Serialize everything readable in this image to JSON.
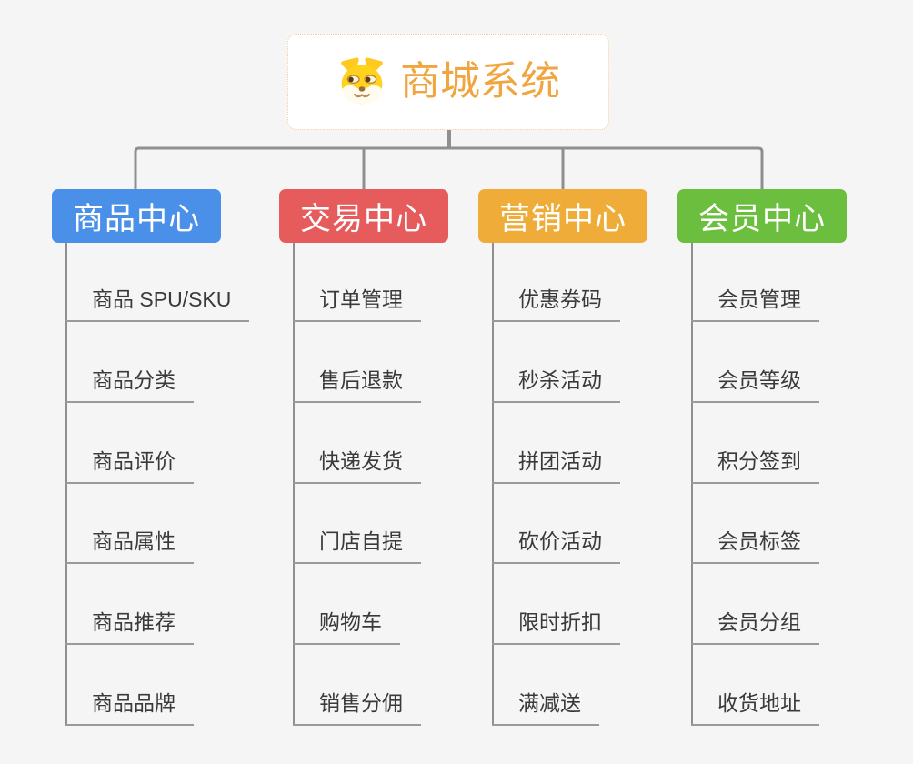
{
  "title": "商城系统",
  "theme": {
    "background": "#F5F5F5",
    "connector_color": "#8F8F8F",
    "child_line_color": "#9A9A9A",
    "child_text_color": "#3A3A3A",
    "root_text_color": "#F0A53E",
    "root_border_color": "#F3CE93",
    "root_bg": "#FFFFFF",
    "node_text_color": "#FFFFFF"
  },
  "root": {
    "label": "商城系统",
    "icon": "dog-face-icon"
  },
  "branches": [
    {
      "id": "product-center",
      "label": "商品中心",
      "color": "#4A90E8",
      "children": [
        "商品 SPU/SKU",
        "商品分类",
        "商品评价",
        "商品属性",
        "商品推荐",
        "商品品牌"
      ]
    },
    {
      "id": "trade-center",
      "label": "交易中心",
      "color": "#E65C5C",
      "children": [
        "订单管理",
        "售后退款",
        "快递发货",
        "门店自提",
        "购物车",
        "销售分佣"
      ]
    },
    {
      "id": "marketing-center",
      "label": "营销中心",
      "color": "#EFAC38",
      "children": [
        "优惠券码",
        "秒杀活动",
        "拼团活动",
        "砍价活动",
        "限时折扣",
        "满减送"
      ]
    },
    {
      "id": "member-center",
      "label": "会员中心",
      "color": "#6CBF3E",
      "children": [
        "会员管理",
        "会员等级",
        "积分签到",
        "会员标签",
        "会员分组",
        "收货地址"
      ]
    }
  ]
}
